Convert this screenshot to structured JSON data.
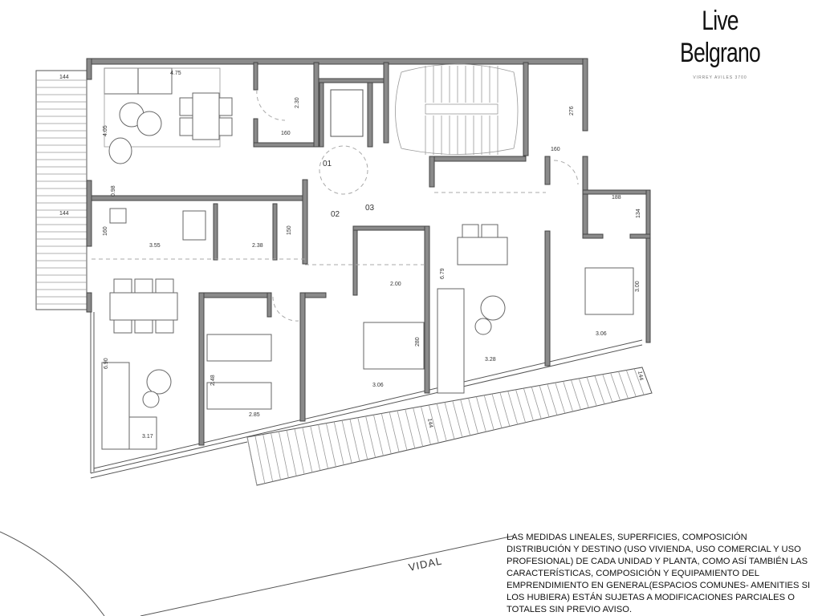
{
  "brand": {
    "name": "Live Belgrano",
    "address": "VIRREY AVILES 3700"
  },
  "street_label": "VIDAL",
  "disclaimer": "LAS MEDIDAS LINEALES, SUPERFICIES, COMPOSICIÓN\nDISTRIBUCIÓN Y DESTINO (USO VIVIENDA, USO COMERCIAL Y USO\nPROFESIONAL) DE CADA UNIDAD Y PLANTA, COMO ASÍ TAMBIÉN LAS\nCARACTERÍSTICAS, COMPOSICIÓN Y EQUIPAMIENTO DEL\nEMPRENDIMIENTO EN GENERAL(ESPACIOS COMUNES- AMENITIES SI\nLOS HUBIERA) ESTÁN SUJETAS A MODIFICACIONES PARCIALES O\nTOTALES SIN PREVIO AVISO.",
  "units": [
    "01",
    "02",
    "03"
  ],
  "dimensions": {
    "balcony_left_top": "144",
    "balcony_left_bottom": "144",
    "living_u1_width": "4.75",
    "living_u1_depth": "4.05",
    "bath_u1_depth": "2.30",
    "bath_u1_width": "160",
    "kitchen_u1_depth": "0.98",
    "kitchen_u2_depth": "160",
    "kitchen_u2_width": "3.55",
    "bath_u2_width": "2.38",
    "bath_u2_depth": "150",
    "bath_u3_width": "2.00",
    "living_u3_depth": "6.79",
    "bath_right_depth": "276",
    "bath_right_width": "160",
    "balcony_right_width": "188",
    "balcony_right_depth": "134",
    "bedroom_right_depth": "3.00",
    "bedroom_right_width": "3.06",
    "living_u3_width": "3.28",
    "bedroom_u2_depth": "280",
    "bedroom_u2_width": "3.06",
    "bedroom_small_depth": "2.48",
    "bedroom_small_width": "2.85",
    "living_u2_depth": "6.90",
    "living_u2_width": "3.17",
    "balcony_front_left": "144",
    "balcony_front_right": "144"
  },
  "colors": {
    "wall": "#8a8a8a",
    "line": "#555555",
    "text": "#111111"
  }
}
